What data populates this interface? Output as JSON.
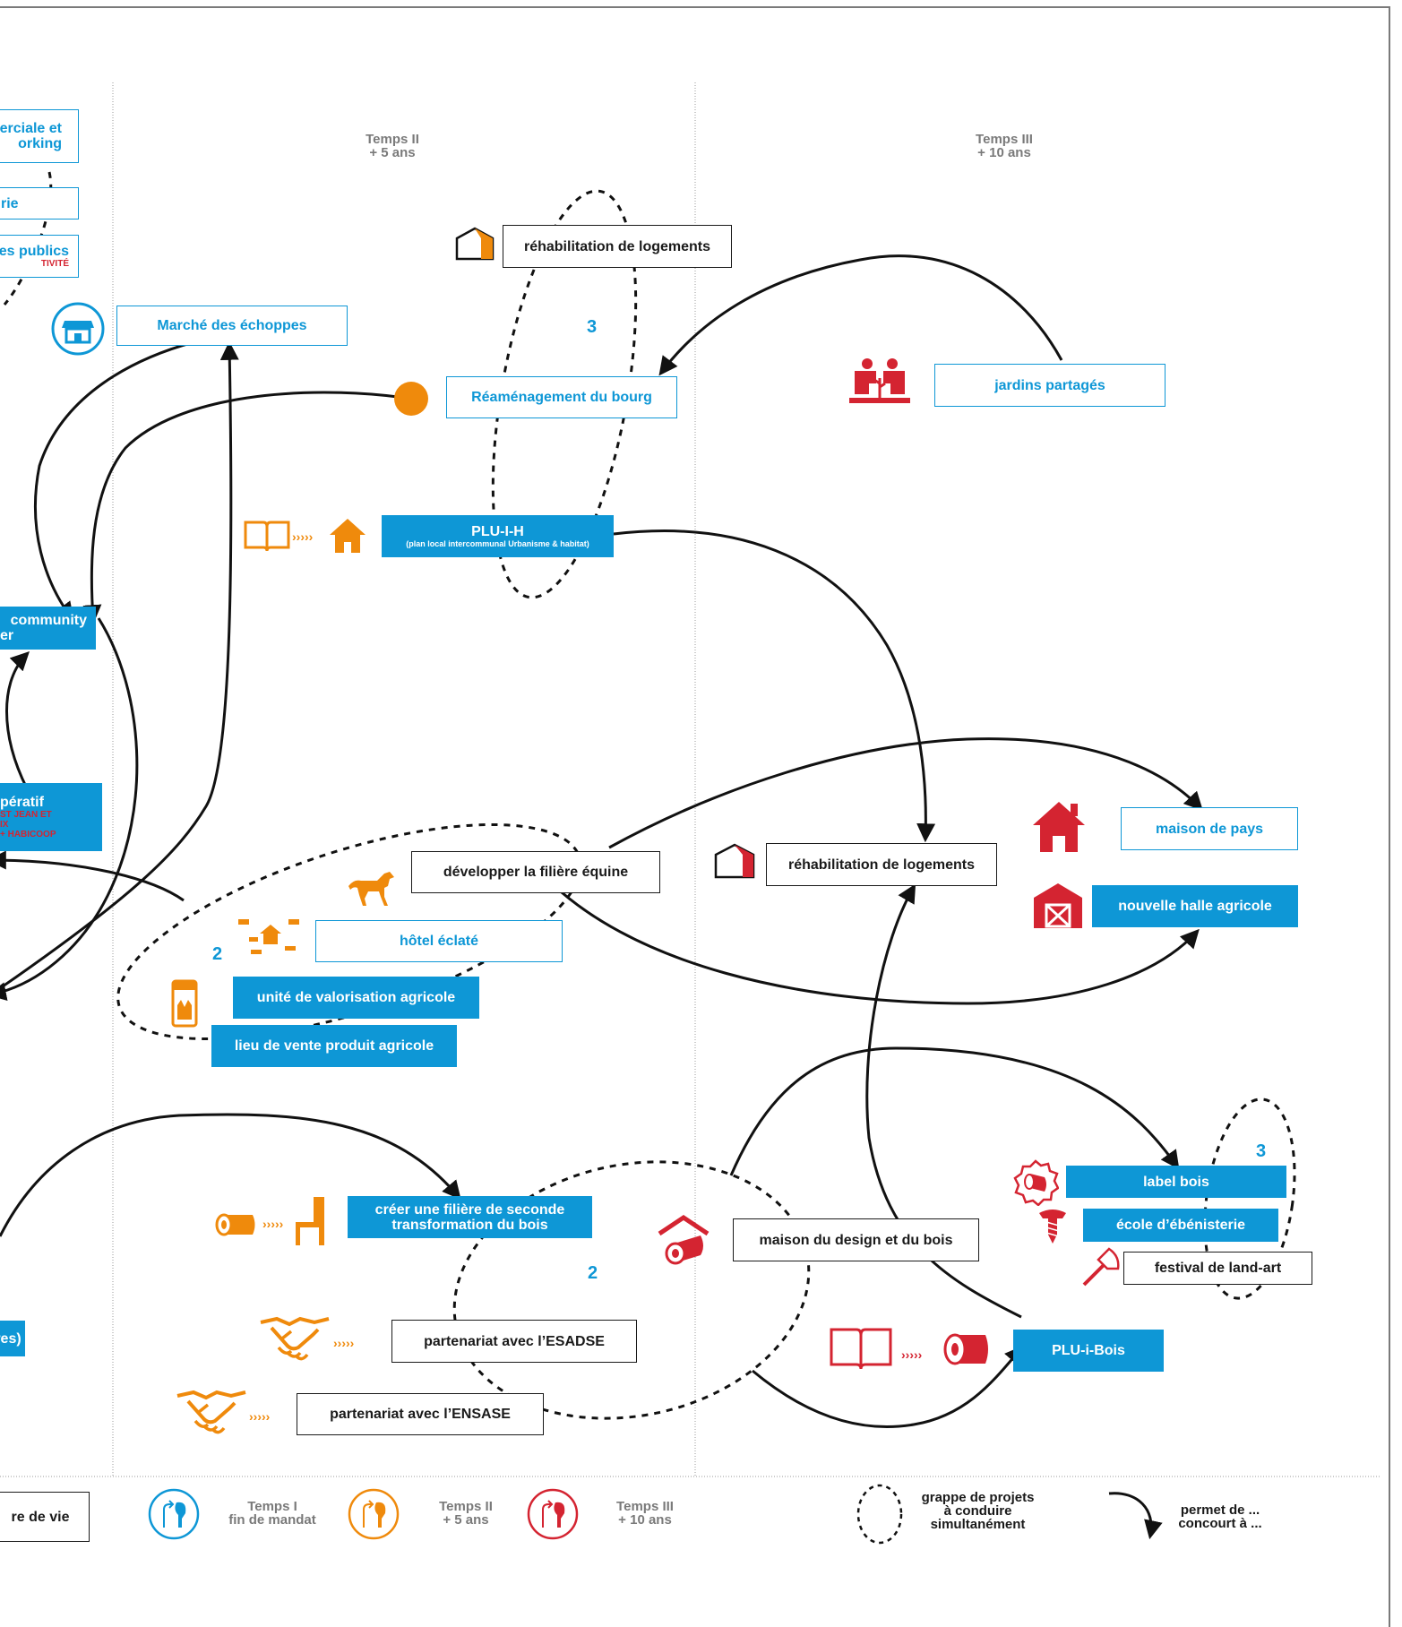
{
  "phases": {
    "t2": {
      "line1": "Temps II",
      "line2": "+ 5 ans"
    },
    "t3": {
      "line1": "Temps III",
      "line2": "+ 10 ans"
    }
  },
  "left_partial": {
    "commerce": {
      "line1": "erciale et",
      "line2": "orking"
    },
    "box2": "rie",
    "services": {
      "line1": "es publics",
      "line2": "TIVITÉ"
    },
    "community": {
      "line1": "community",
      "line2": "er"
    },
    "coop": {
      "line1": "pératif",
      "line2": "ST JEAN ET",
      "line3": "IX",
      "line4": "+ HABICOOP"
    },
    "bottom": "res)",
    "cadre": "re de vie"
  },
  "projects": {
    "rehab_top": "réhabilitation de logements",
    "marche": "Marché des échoppes",
    "reamenagement": "Réaménagement du bourg",
    "jardins": "jardins partagés",
    "plu_title": "PLU-I-H",
    "plu_sub": "(plan local intercommunal Urbanisme & habitat)",
    "maison_pays": "maison de pays",
    "rehab_mid": "réhabilitation de logements",
    "equine": "développer la filière équine",
    "hotel": "hôtel éclaté",
    "halle": "nouvelle halle agricole",
    "unite": "unité de valorisation agricole",
    "lieu_vente": "lieu de vente produit agricole",
    "filiere_bois": {
      "line1": "créer une filière de seconde",
      "line2": "transformation du bois"
    },
    "maison_design": "maison du design et du bois",
    "label_bois": "label bois",
    "ecole": "école d’ébénisterie",
    "festival": "festival de land-art",
    "esadse": "partenariat avec l’ESADSE",
    "plu_bois": "PLU-i-Bois",
    "ensase": "partenariat avec l’ENSASE"
  },
  "cluster_numbers": {
    "c1": "3",
    "c2": "2",
    "c3": "2",
    "c4": "3"
  },
  "arrows_glyph": "›››››",
  "legend": {
    "t1": {
      "line1": "Temps I",
      "line2": "fin de mandat"
    },
    "t2": {
      "line1": "Temps II",
      "line2": "+ 5 ans"
    },
    "t3": {
      "line1": "Temps III",
      "line2": "+ 10 ans"
    },
    "cluster": {
      "line1": "grappe de projets",
      "line2": "à conduire",
      "line3": "simultanément"
    },
    "arrow": {
      "line1": "permet de ...",
      "line2": "concourt à ..."
    }
  },
  "colors": {
    "blue": "#0e97d6",
    "orange": "#ef8a0c",
    "red": "#d42431",
    "dark": "#1a1a1a",
    "grey": "#7a7a7a"
  },
  "icons": [
    "market-stall-icon",
    "orange-dot-icon",
    "open-house-icon",
    "gardening-people-icon",
    "book-icon",
    "house-icon",
    "red-house-icon",
    "horse-icon",
    "beds-house-icon",
    "barn-icon",
    "jar-icon",
    "log-icon",
    "chair-icon",
    "woodshed-icon",
    "wood-badge-icon",
    "screw-icon",
    "axe-icon",
    "handshake-icon",
    "phase-circle-icon"
  ]
}
